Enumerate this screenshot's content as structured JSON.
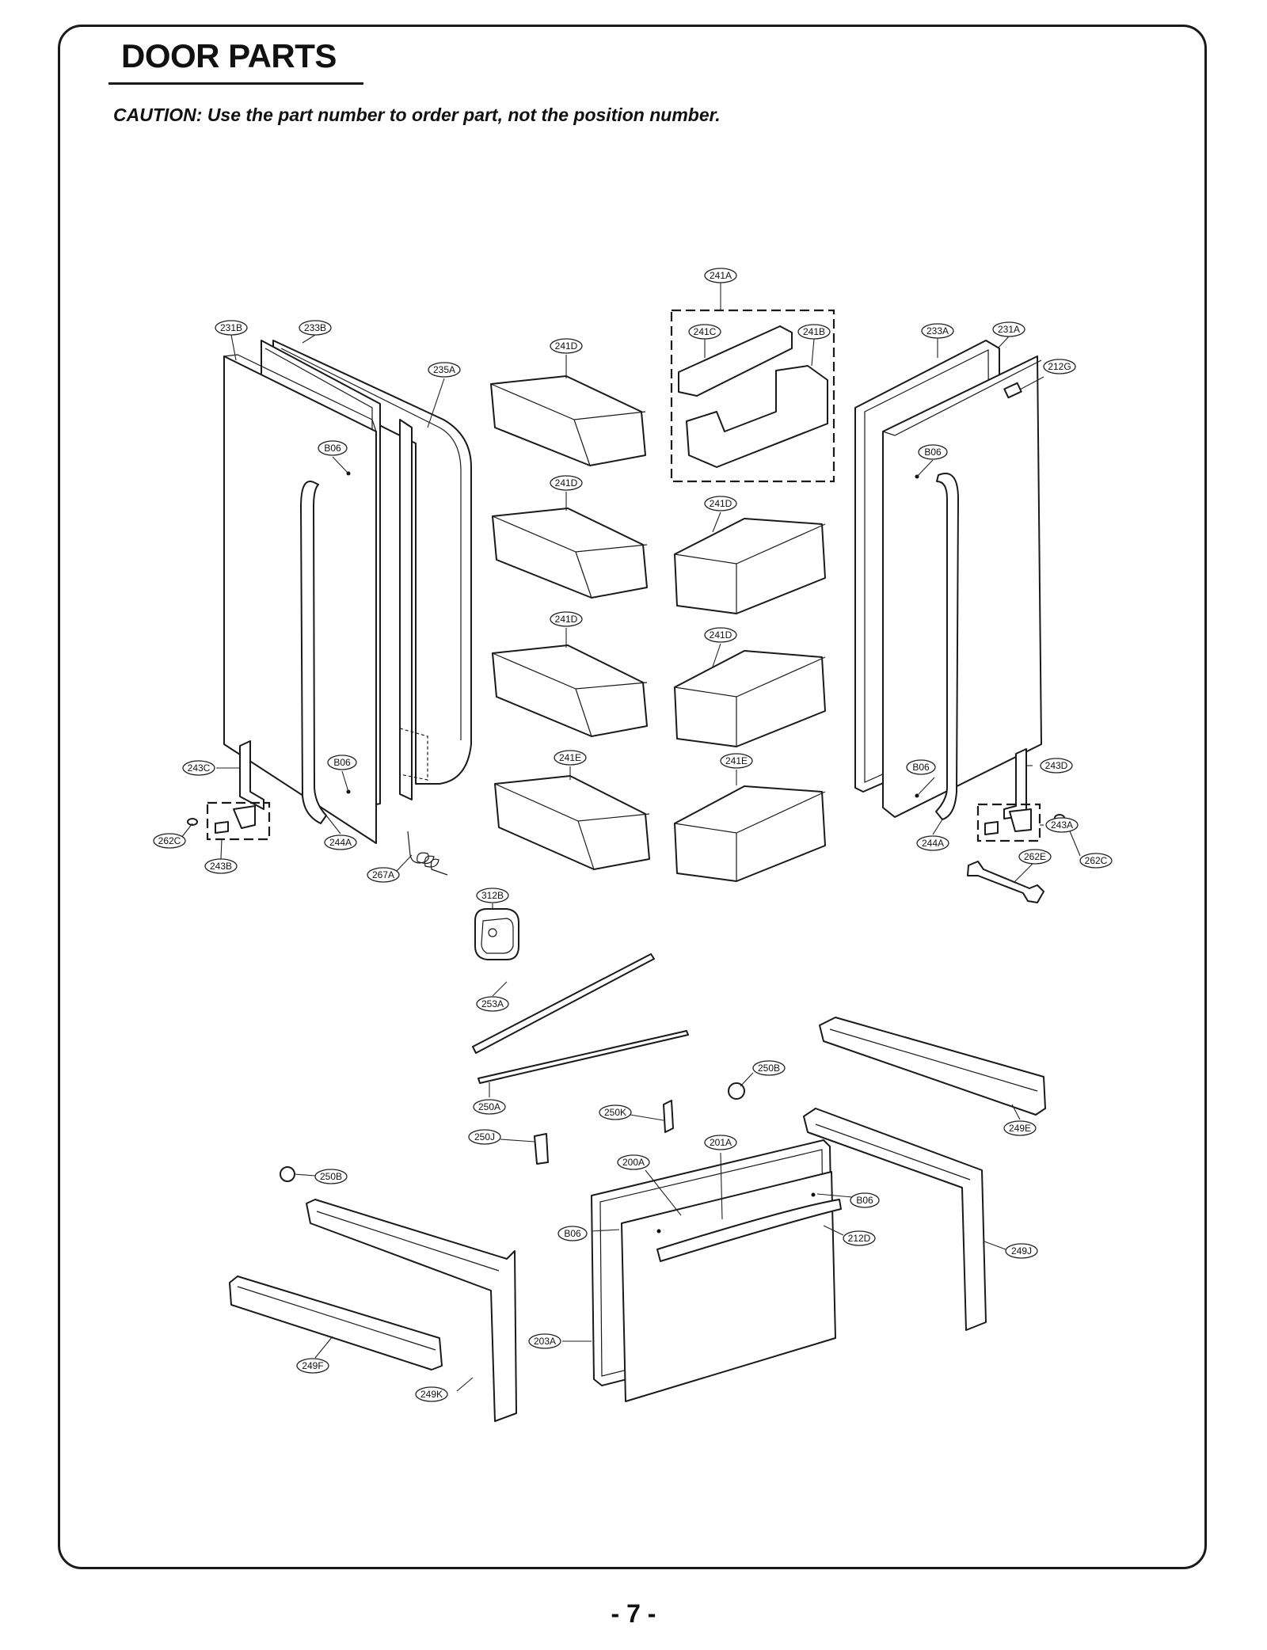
{
  "page": {
    "title": "DOOR PARTS",
    "caution": "CAUTION: Use the part number to order part, not the position number.",
    "page_number": "- 7 -"
  },
  "callouts": [
    {
      "id": "c241A",
      "label": "241A"
    },
    {
      "id": "c231B",
      "label": "231B"
    },
    {
      "id": "c233B",
      "label": "233B"
    },
    {
      "id": "c241D1",
      "label": "241D"
    },
    {
      "id": "c235A",
      "label": "235A"
    },
    {
      "id": "c241C",
      "label": "241C"
    },
    {
      "id": "c241B",
      "label": "241B"
    },
    {
      "id": "c233A",
      "label": "233A"
    },
    {
      "id": "c231A",
      "label": "231A"
    },
    {
      "id": "c212G",
      "label": "212G"
    },
    {
      "id": "cB06a",
      "label": "B06"
    },
    {
      "id": "cB06b",
      "label": "B06"
    },
    {
      "id": "c241D2",
      "label": "241D"
    },
    {
      "id": "c241D3",
      "label": "241D"
    },
    {
      "id": "c241D4",
      "label": "241D"
    },
    {
      "id": "c241D5",
      "label": "241D"
    },
    {
      "id": "c241E1",
      "label": "241E"
    },
    {
      "id": "c241E2",
      "label": "241E"
    },
    {
      "id": "c243C",
      "label": "243C"
    },
    {
      "id": "cB06c",
      "label": "B06"
    },
    {
      "id": "cB06d",
      "label": "B06"
    },
    {
      "id": "c243D",
      "label": "243D"
    },
    {
      "id": "c262C1",
      "label": "262C"
    },
    {
      "id": "c244A1",
      "label": "244A"
    },
    {
      "id": "c243B",
      "label": "243B"
    },
    {
      "id": "c267A",
      "label": "267A"
    },
    {
      "id": "c243A",
      "label": "243A"
    },
    {
      "id": "c244A2",
      "label": "244A"
    },
    {
      "id": "c262E",
      "label": "262E"
    },
    {
      "id": "c262C2",
      "label": "262C"
    },
    {
      "id": "c312B",
      "label": "312B"
    },
    {
      "id": "c253A",
      "label": "253A"
    },
    {
      "id": "c250B1",
      "label": "250B"
    },
    {
      "id": "c250A",
      "label": "250A"
    },
    {
      "id": "c250K",
      "label": "250K"
    },
    {
      "id": "c249E",
      "label": "249E"
    },
    {
      "id": "c250J",
      "label": "250J"
    },
    {
      "id": "c201A",
      "label": "201A"
    },
    {
      "id": "c250B2",
      "label": "250B"
    },
    {
      "id": "c200A",
      "label": "200A"
    },
    {
      "id": "cB06e",
      "label": "B06"
    },
    {
      "id": "cB06f",
      "label": "B06"
    },
    {
      "id": "c212D",
      "label": "212D"
    },
    {
      "id": "c249J",
      "label": "249J"
    },
    {
      "id": "c203A",
      "label": "203A"
    },
    {
      "id": "c249F",
      "label": "249F"
    },
    {
      "id": "c249K",
      "label": "249K"
    }
  ]
}
